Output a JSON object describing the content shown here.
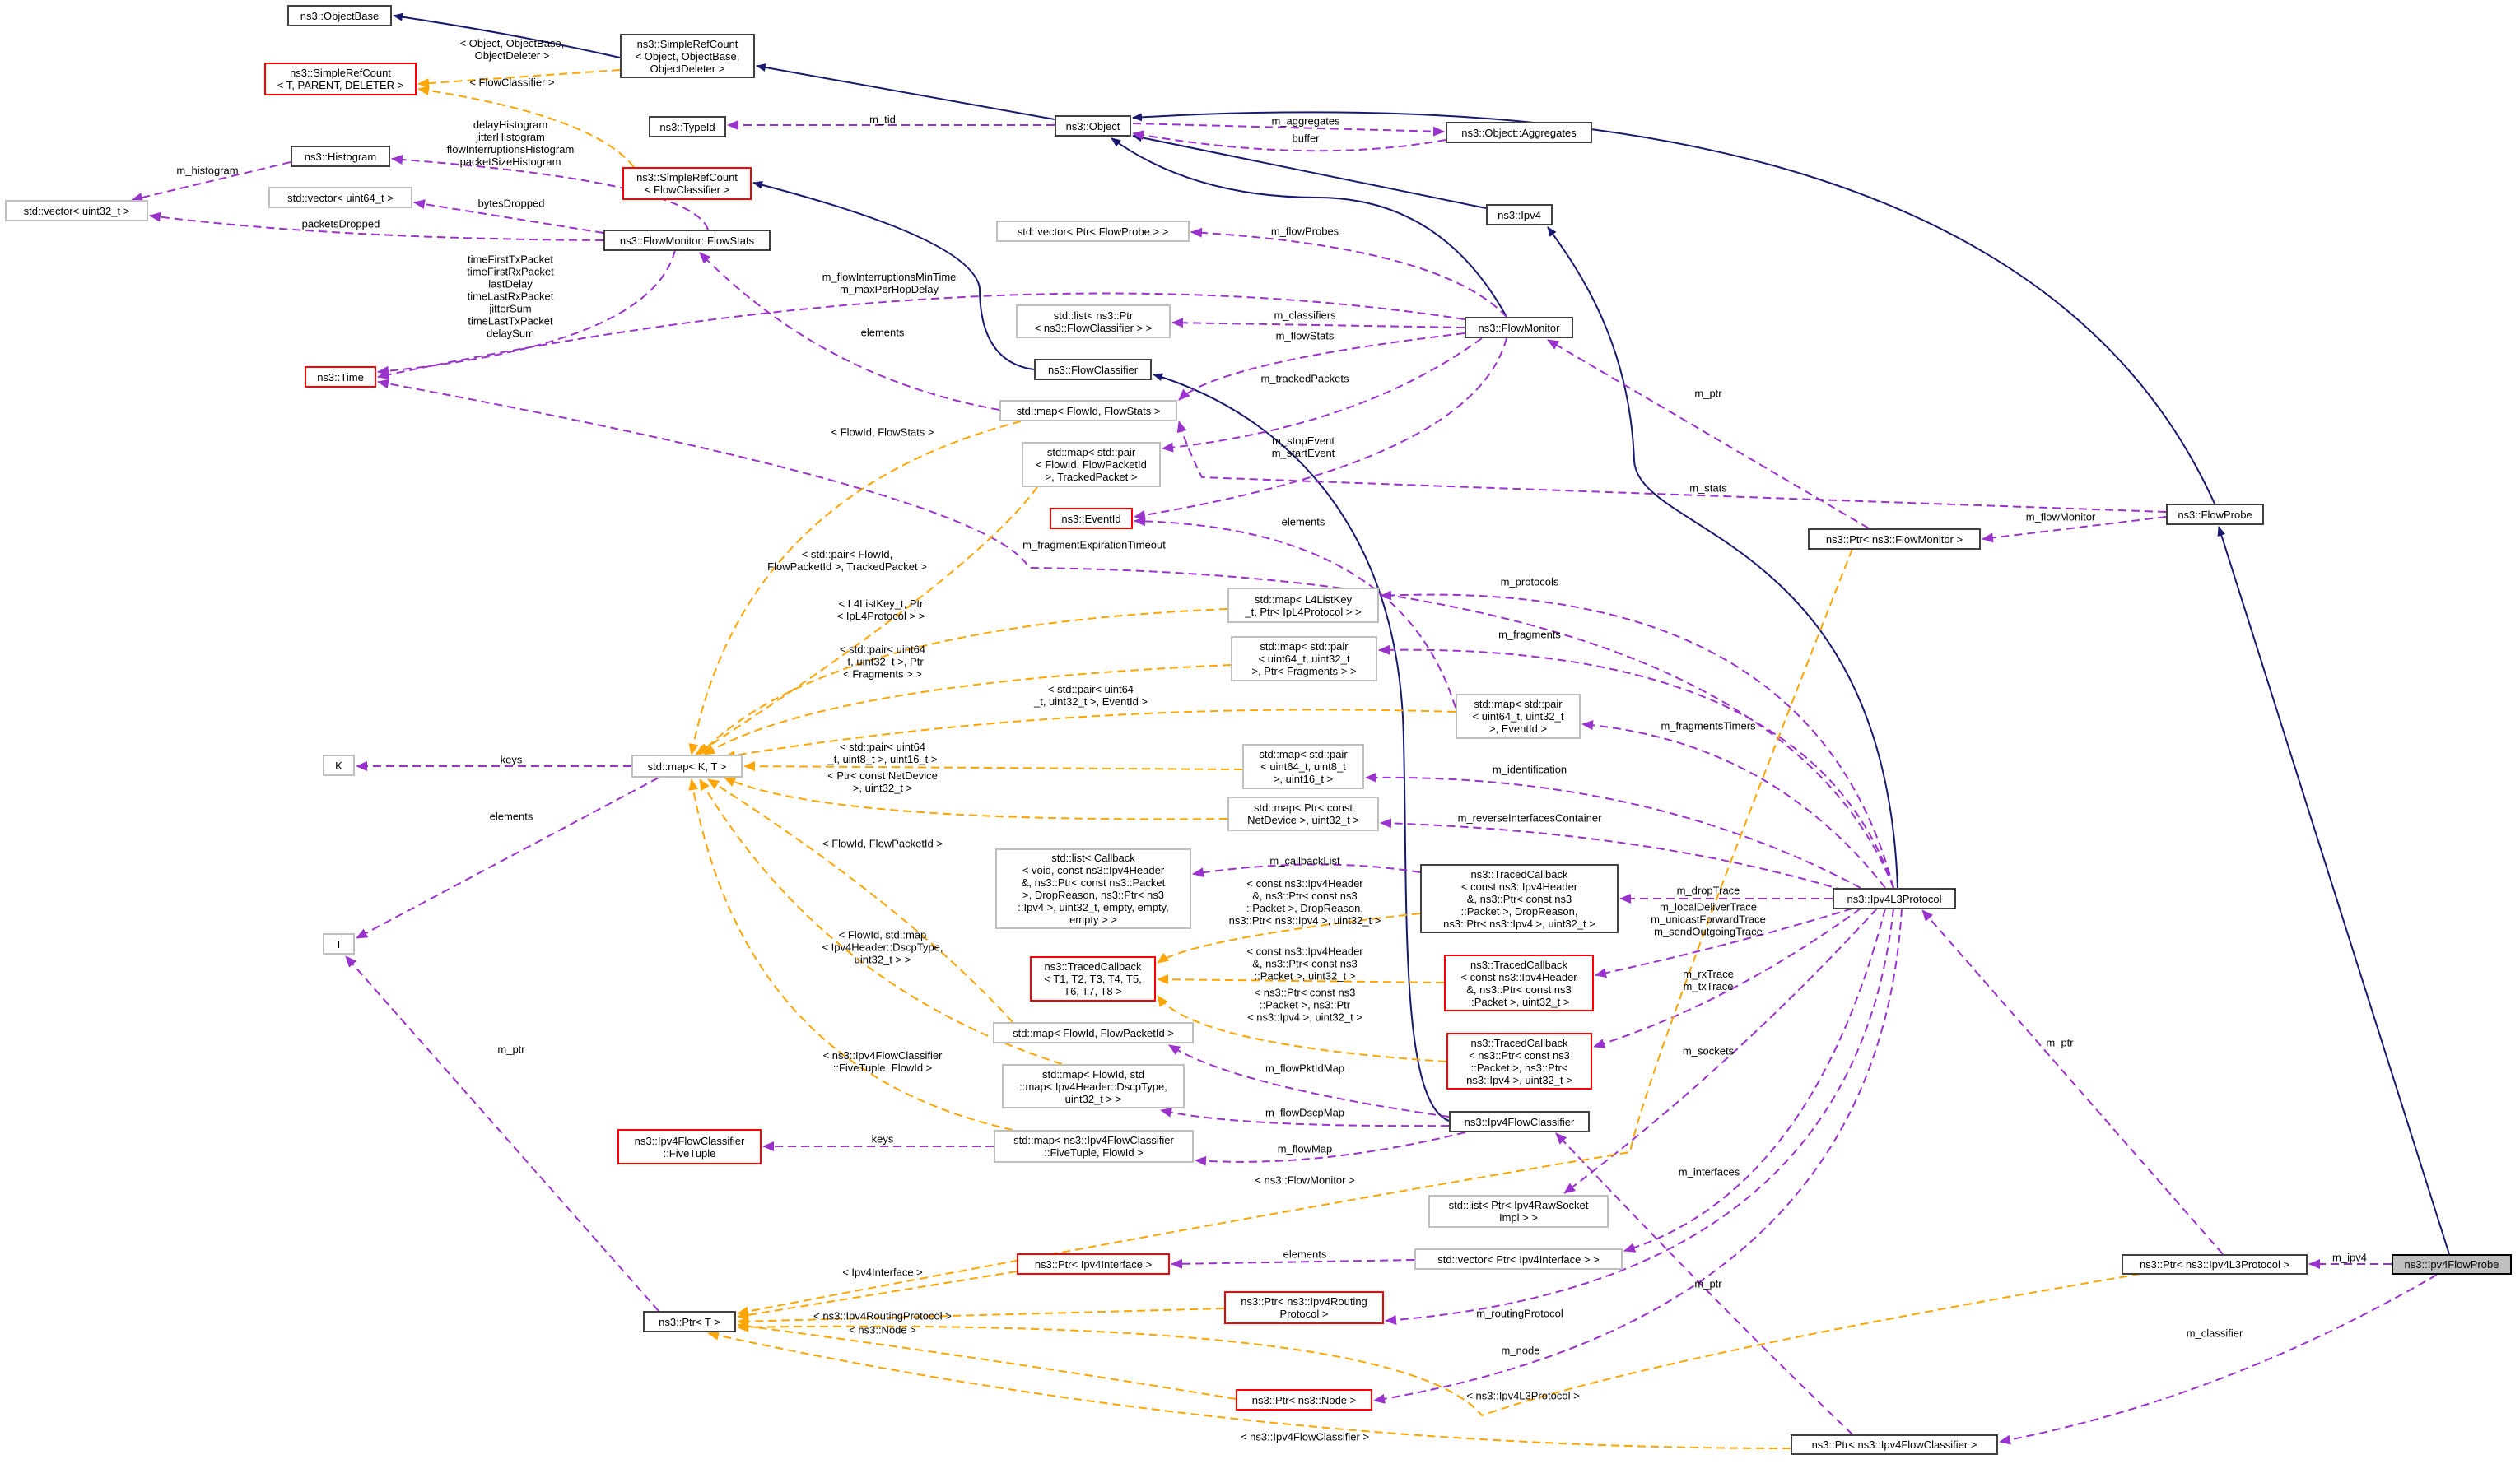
{
  "colors": {
    "inheritance": "#191970",
    "usage": "#9a32cd",
    "template": "#ffa500",
    "node_border": "#404040",
    "node_gray": "#bfbfbf",
    "node_red": "#ff0000"
  },
  "nodes": [
    {
      "id": "objectbase",
      "label": "ns3::ObjectBase",
      "style": "normal"
    },
    {
      "id": "src_object",
      "label": "ns3::SimpleRefCount\n< Object, ObjectBase,\nObjectDeleter >",
      "style": "normal"
    },
    {
      "id": "src_t",
      "label": "ns3::SimpleRefCount\n< T, PARENT, DELETER >",
      "style": "red"
    },
    {
      "id": "typeid",
      "label": "ns3::TypeId",
      "style": "normal"
    },
    {
      "id": "src_fc",
      "label": "ns3::SimpleRefCount\n< FlowClassifier >",
      "style": "red"
    },
    {
      "id": "histogram",
      "label": "ns3::Histogram",
      "style": "normal"
    },
    {
      "id": "vec_u64",
      "label": "std::vector< uint64_t >",
      "style": "gray"
    },
    {
      "id": "vec_u32",
      "label": "std::vector< uint32_t >",
      "style": "gray"
    },
    {
      "id": "flowstats",
      "label": "ns3::FlowMonitor::FlowStats",
      "style": "normal"
    },
    {
      "id": "time",
      "label": "ns3::Time",
      "style": "red"
    },
    {
      "id": "object",
      "label": "ns3::Object",
      "style": "normal"
    },
    {
      "id": "aggregates",
      "label": "ns3::Object::Aggregates",
      "style": "normal"
    },
    {
      "id": "ipv4",
      "label": "ns3::Ipv4",
      "style": "normal"
    },
    {
      "id": "vec_flowprobe",
      "label": "std::vector< Ptr< FlowProbe > >",
      "style": "gray"
    },
    {
      "id": "list_fc",
      "label": "std::list< ns3::Ptr\n< ns3::FlowClassifier > >",
      "style": "gray"
    },
    {
      "id": "flowmonitor",
      "label": "ns3::FlowMonitor",
      "style": "normal"
    },
    {
      "id": "flowclassifier",
      "label": "ns3::FlowClassifier",
      "style": "normal"
    },
    {
      "id": "map_flowstats",
      "label": "std::map< FlowId, FlowStats >",
      "style": "gray"
    },
    {
      "id": "map_tracked",
      "label": "std::map< std::pair\n< FlowId, FlowPacketId\n>, TrackedPacket >",
      "style": "gray"
    },
    {
      "id": "eventid",
      "label": "ns3::EventId",
      "style": "red"
    },
    {
      "id": "map_l4",
      "label": "std::map< L4ListKey\n_t, Ptr< IpL4Protocol > >",
      "style": "gray"
    },
    {
      "id": "map_fragments",
      "label": "std::map< std::pair\n< uint64_t, uint32_t\n>, Ptr< Fragments > >",
      "style": "gray"
    },
    {
      "id": "map_eventid",
      "label": "std::map< std::pair\n< uint64_t, uint32_t\n>, EventId >",
      "style": "gray"
    },
    {
      "id": "map_u8",
      "label": "std::map< std::pair\n< uint64_t, uint8_t\n>, uint16_t >",
      "style": "gray"
    },
    {
      "id": "map_netdevice",
      "label": "std::map< Ptr< const\nNetDevice >, uint32_t >",
      "style": "gray"
    },
    {
      "id": "map_kt",
      "label": "std::map< K, T >",
      "style": "gray"
    },
    {
      "id": "k",
      "label": "K",
      "style": "gray"
    },
    {
      "id": "t",
      "label": "T",
      "style": "gray"
    },
    {
      "id": "list_callback",
      "label": "std::list< Callback\n< void, const ns3::Ipv4Header\n&, ns3::Ptr< const ns3::Packet\n>, DropReason, ns3::Ptr< ns3\n::Ipv4 >, uint32_t, empty, empty,\nempty > >",
      "style": "gray"
    },
    {
      "id": "tc_drop",
      "label": "ns3::TracedCallback\n< const ns3::Ipv4Header\n&, ns3::Ptr< const ns3\n::Packet >, DropReason,\nns3::Ptr< ns3::Ipv4 >, uint32_t >",
      "style": "normal"
    },
    {
      "id": "tc_t",
      "label": "ns3::TracedCallback\n< T1, T2, T3, T4, T5,\nT6, T7, T8 >",
      "style": "red"
    },
    {
      "id": "tc_hdr",
      "label": "ns3::TracedCallback\n< const ns3::Ipv4Header\n&, ns3::Ptr< const ns3\n::Packet >, uint32_t >",
      "style": "red"
    },
    {
      "id": "tc_pkt",
      "label": "ns3::TracedCallback\n< ns3::Ptr< const ns3\n::Packet >, ns3::Ptr<\nns3::Ipv4 >, uint32_t >",
      "style": "red"
    },
    {
      "id": "map_pktid",
      "label": "std::map< FlowId, FlowPacketId >",
      "style": "gray"
    },
    {
      "id": "map_dscp",
      "label": "std::map< FlowId, std\n::map< Ipv4Header::DscpType,\nuint32_t > >",
      "style": "gray"
    },
    {
      "id": "map_fivetuple",
      "label": "std::map< ns3::Ipv4FlowClassifier\n::FiveTuple, FlowId >",
      "style": "gray"
    },
    {
      "id": "fivetuple",
      "label": "ns3::Ipv4FlowClassifier\n::FiveTuple",
      "style": "red"
    },
    {
      "id": "ipv4flowclassifier",
      "label": "ns3::Ipv4FlowClassifier",
      "style": "normal"
    },
    {
      "id": "list_rawsocket",
      "label": "std::list< Ptr< Ipv4RawSocket\nImpl > >",
      "style": "gray"
    },
    {
      "id": "vec_iface",
      "label": "std::vector< Ptr< Ipv4Interface > >",
      "style": "gray"
    },
    {
      "id": "ptr_iface",
      "label": "ns3::Ptr< Ipv4Interface >",
      "style": "red"
    },
    {
      "id": "ptr_routing",
      "label": "ns3::Ptr< ns3::Ipv4Routing\nProtocol >",
      "style": "red"
    },
    {
      "id": "ptr_node",
      "label": "ns3::Ptr< ns3::Node >",
      "style": "red"
    },
    {
      "id": "ptr_t",
      "label": "ns3::Ptr< T >",
      "style": "normal"
    },
    {
      "id": "flowprobe",
      "label": "ns3::FlowProbe",
      "style": "normal"
    },
    {
      "id": "ptr_flowmonitor",
      "label": "ns3::Ptr< ns3::FlowMonitor >",
      "style": "normal"
    },
    {
      "id": "ipv4l3",
      "label": "ns3::Ipv4L3Protocol",
      "style": "normal"
    },
    {
      "id": "ptr_ipv4l3",
      "label": "ns3::Ptr< ns3::Ipv4L3Protocol >",
      "style": "normal"
    },
    {
      "id": "ipv4flowprobe",
      "label": "ns3::Ipv4FlowProbe",
      "style": "current"
    },
    {
      "id": "ptr_ipv4fc",
      "label": "ns3::Ptr< ns3::Ipv4FlowClassifier >",
      "style": "normal"
    }
  ],
  "edge_labels": [
    "< Object, ObjectBase,\nObjectDeleter >",
    "< FlowClassifier >",
    "delayHistogram\njitterHistogram\nflowInterruptionsHistogram\npacketSizeHistogram",
    "m_histogram",
    "bytesDropped",
    "packetsDropped",
    "timeFirstTxPacket\ntimeFirstRxPacket\nlastDelay\ntimeLastRxPacket\njitterSum\ntimeLastTxPacket\ndelaySum",
    "m_tid",
    "m_aggregates",
    "buffer",
    "m_flowProbes",
    "m_flowInterruptionsMinTime\nm_maxPerHopDelay",
    "m_classifiers",
    "m_flowStats",
    "elements",
    "m_trackedPackets",
    "< FlowId, FlowStats >",
    "m_stopEvent\nm_startEvent",
    "elements",
    "m_ptr",
    "m_stats",
    "m_flowMonitor",
    "< std::pair< FlowId,\nFlowPacketId >, TrackedPacket >",
    "m_fragmentExpirationTimeout",
    "m_protocols",
    "< L4ListKey_t, Ptr\n< IpL4Protocol > >",
    "m_fragments",
    "< std::pair< uint64\n_t, uint32_t >, Ptr\n< Fragments > >",
    "< std::pair< uint64\n_t, uint32_t >, EventId >",
    "m_fragmentsTimers",
    "keys",
    "< std::pair< uint64\n_t, uint8_t >, uint16_t >",
    "m_identification",
    "< Ptr< const NetDevice\n>, uint32_t >",
    "m_reverseInterfacesContainer",
    "elements",
    "< FlowId, FlowPacketId >",
    "m_callbackList",
    "< const ns3::Ipv4Header\n&, ns3::Ptr< const ns3\n::Packet >, DropReason,\nns3::Ptr< ns3::Ipv4 >, uint32_t >",
    "m_dropTrace",
    "m_localDeliverTrace\nm_unicastForwardTrace\nm_sendOutgoingTrace",
    "< const ns3::Ipv4Header\n&, ns3::Ptr< const ns3\n::Packet >, uint32_t >",
    "< FlowId, std::map\n< Ipv4Header::DscpType,\nuint32_t > >",
    "< ns3::Ptr< const ns3\n::Packet >, ns3::Ptr\n< ns3::Ipv4 >, uint32_t >",
    "m_rxTrace\nm_txTrace",
    "m_ptr",
    "m_flowPktIdMap",
    "m_sockets",
    "m_ptr",
    "< ns3::Ipv4FlowClassifier\n::FiveTuple, FlowId >",
    "m_flowDscpMap",
    "keys",
    "m_flowMap",
    "< ns3::FlowMonitor >",
    "m_interfaces",
    "elements",
    "m_ipv4",
    "< Ipv4Interface >",
    "m_ptr",
    "< ns3::Ipv4RoutingProtocol >",
    "m_routingProtocol",
    "< ns3::Node >",
    "m_classifier",
    "m_node",
    "< ns3::Ipv4L3Protocol >",
    "< ns3::Ipv4FlowClassifier >"
  ]
}
